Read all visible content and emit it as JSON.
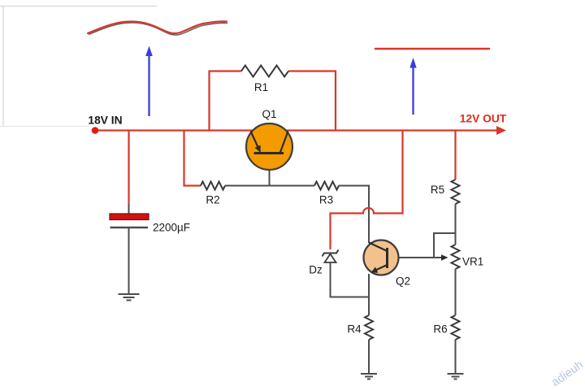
{
  "labels": {
    "input": "18V IN",
    "output": "12V OUT",
    "capacitor_value": "2200µF",
    "r1": "R1",
    "r2": "R2",
    "r3": "R3",
    "r4": "R4",
    "r5": "R5",
    "r6": "R6",
    "vr1": "VR1",
    "dz": "Dz",
    "q1": "Q1",
    "q2": "Q2"
  },
  "watermark": "adieuh",
  "annotations": {
    "input_waveform_icon": "ripple-wave-icon",
    "output_waveform_icon": "flat-dc-line-icon",
    "input_arrow_icon": "blue-up-arrow-icon",
    "output_arrow_icon": "blue-up-arrow-icon",
    "output_direction_icon": "red-right-arrow-icon"
  },
  "colors": {
    "wire_red": "#d9372b",
    "wire_gray": "#4d4d4d",
    "component_stroke": "#3a3a3a",
    "q1_fill": "#f49b00",
    "q2_fill": "#f3c28c",
    "cap_plate_red": "#d41111",
    "arrow_blue": "#3c3cdc",
    "label_black": "#1a1a1a",
    "label_red": "#e42a1c",
    "watermark_blue": "#b7c7e3"
  }
}
